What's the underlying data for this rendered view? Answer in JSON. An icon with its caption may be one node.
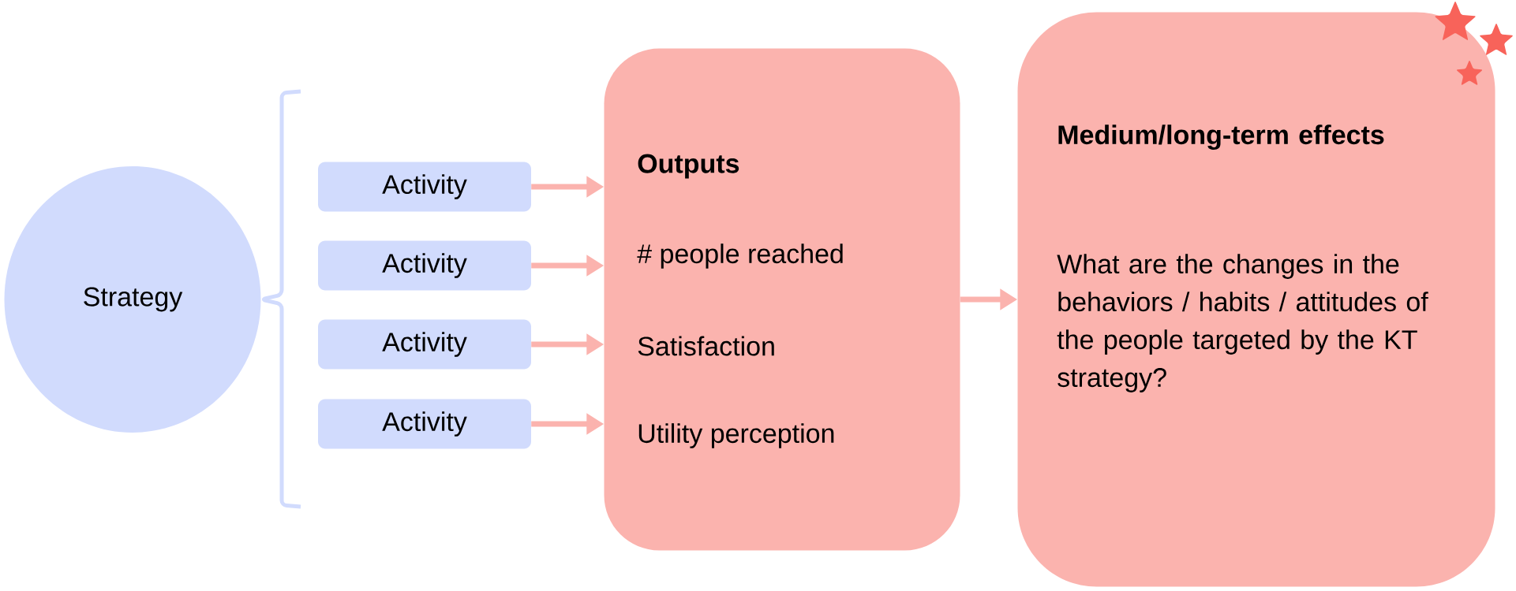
{
  "diagram": {
    "nodes": [
      {
        "text": [
          "Strategy"
        ]
      },
      {
        "text": [
          "Activity"
        ]
      },
      {
        "text": [
          "Activity"
        ]
      },
      {
        "text": [
          "Activity"
        ]
      },
      {
        "text": [
          "Activity"
        ]
      },
      {
        "text": [
          "Outputs",
          "# people reached",
          "Satisfaction",
          "Utility perception"
        ]
      },
      {
        "text": [
          "Medium/long-term effects",
          "What are the changes in the behaviors / habits / attitudes of the people targeted by the KT strategy?"
        ]
      }
    ],
    "edges": [
      {
        "from": 1,
        "to": 5,
        "arrow": "to"
      },
      {
        "from": 2,
        "to": 5,
        "arrow": "to"
      },
      {
        "from": 3,
        "to": 5,
        "arrow": "to"
      },
      {
        "from": 4,
        "to": 5,
        "arrow": "to"
      },
      {
        "from": 5,
        "to": 6,
        "arrow": "to"
      }
    ]
  }
}
